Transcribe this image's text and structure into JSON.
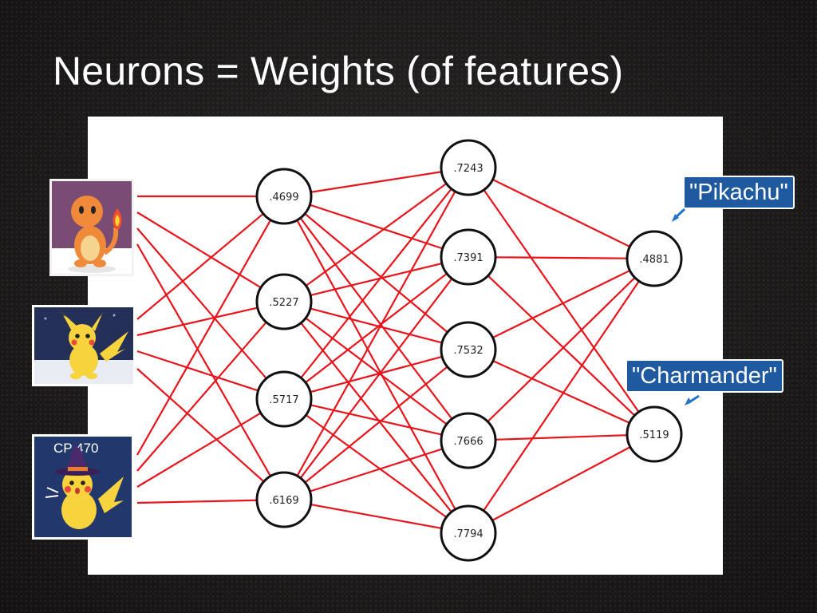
{
  "slide": {
    "title": "Neurons = Weights (of features)"
  },
  "network": {
    "layer1": [
      ".4699",
      ".5227",
      ".5717",
      ".6169"
    ],
    "layer2": [
      ".7243",
      ".7391",
      ".7532",
      ".7666",
      ".7794"
    ],
    "output": [
      ".4881",
      ".5119"
    ]
  },
  "inputs": [
    {
      "icon": "charmander-image"
    },
    {
      "icon": "pikachu-image"
    },
    {
      "icon": "pikachu-witch-hat-image",
      "cp_text": "CP 470"
    }
  ],
  "callouts": {
    "pikachu": "\"Pikachu\"",
    "charmander": "\"Charmander\""
  },
  "colors": {
    "edge": "#e8141b",
    "callout_bg": "#1f5aa0",
    "arrow": "#1f73c8"
  }
}
